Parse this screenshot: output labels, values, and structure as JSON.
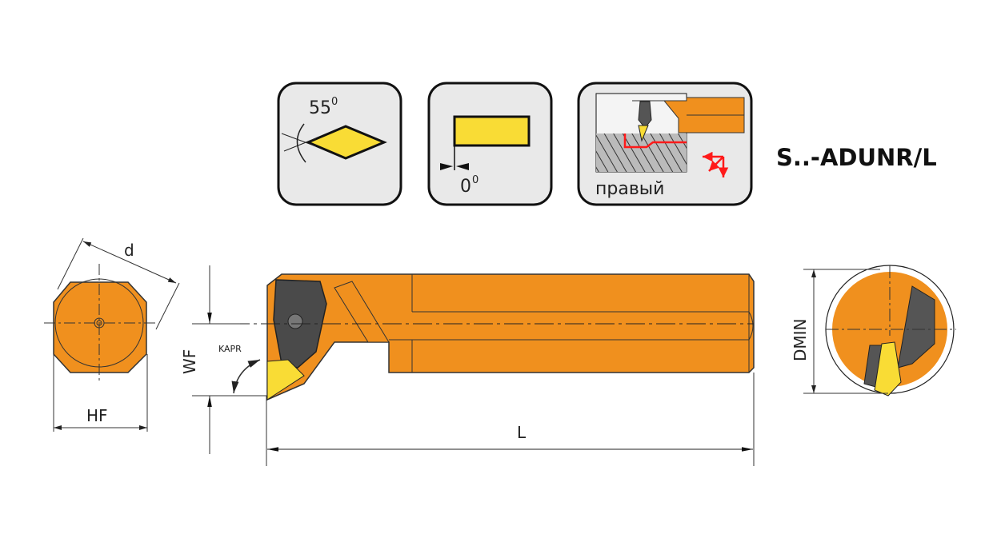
{
  "insert_shape": {
    "angle": "55",
    "degree_mark": "0"
  },
  "clearance": {
    "angle": "0",
    "degree_mark": "0"
  },
  "hand": {
    "label": "правый"
  },
  "title": "S..-ADUNR/L",
  "dimensions": {
    "d": "d",
    "hf": "HF",
    "wf": "WF",
    "kapr": "KAPR",
    "l": "L",
    "dmin": "DMIN"
  },
  "colors": {
    "body": "#F0901E",
    "insert": "#F9DC35",
    "box": "#E9E9E9",
    "outline": "#222222",
    "hand_arrows": "#FF1A1A"
  }
}
